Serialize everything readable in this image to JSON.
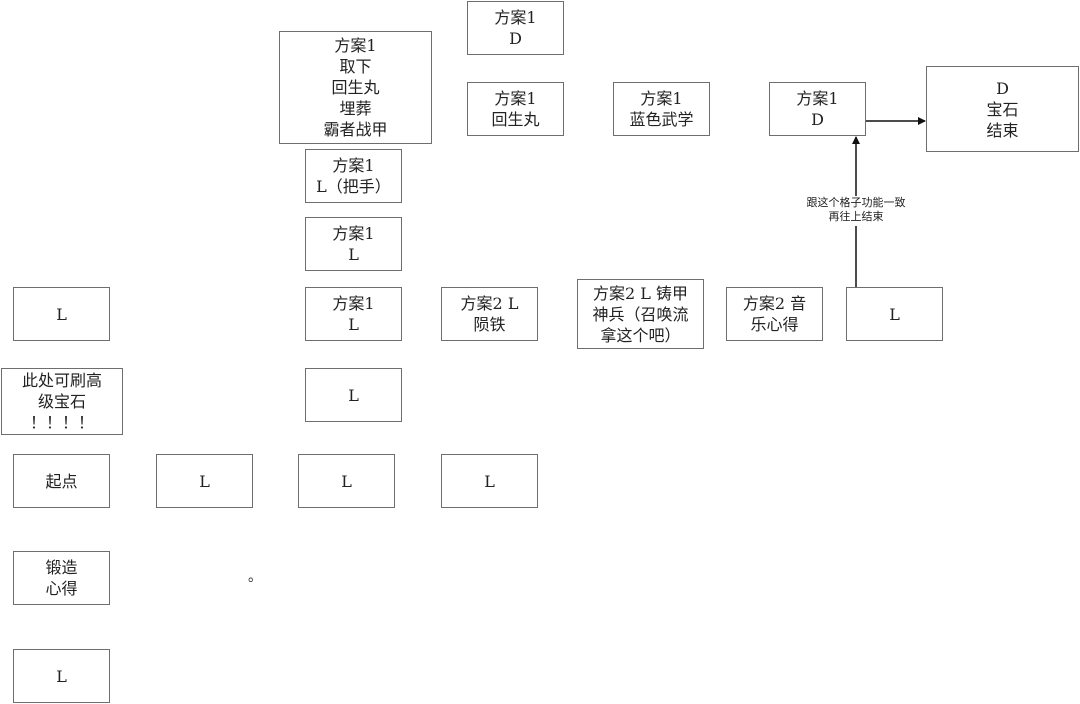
{
  "nodes": {
    "top_d": "方案1\nD",
    "take_off": "方案1\n取下\n回生丸\n埋葬\n霸者战甲",
    "handle": "方案1\nL（把手）",
    "l_a": "方案1\nL",
    "l_b": "方案1\nL",
    "revive": "方案1\n回生丸",
    "blue_martial": "方案1\n蓝色武学",
    "d_right": "方案1\nD",
    "gem_end": "D\n宝石\n结束",
    "meteor_iron": "方案2 L\n陨铁",
    "cast_armor": "方案2 L 铸甲\n神兵（召唤流\n拿这个吧）",
    "music": "方案2 音\n乐心得",
    "l_right": "L",
    "l_left_top": "L",
    "high_gem": "此处可刷高\n级宝石\n！！！！",
    "start": "起点",
    "l_row1": "L",
    "l_row2": "L",
    "l_row3": "L",
    "l_mid": "L",
    "forge": "锻造\n心得",
    "l_bottom": "L"
  },
  "annotation": "跟这个格子功能一致\n再往上结束",
  "stray_mark": "。",
  "colors": {
    "border": "#6e6e6e",
    "arrow": "#111111",
    "text": "#222222"
  }
}
